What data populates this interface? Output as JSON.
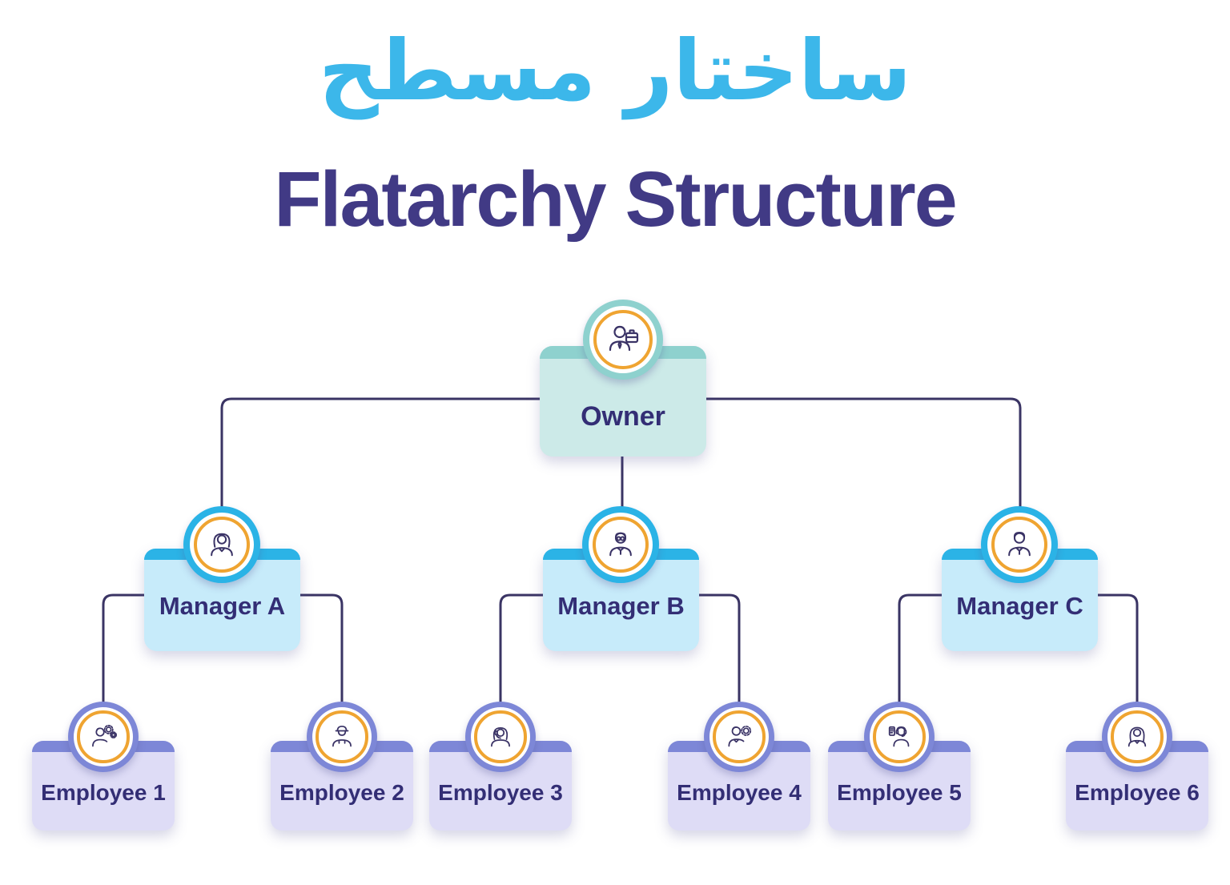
{
  "page": {
    "title_fa": "ساختار مسطح",
    "title_en": "Flatarchy Structure"
  },
  "colors": {
    "background": "#ffffff",
    "title-fa": "#3cb7ea",
    "title-en": "#413a85",
    "node-text": "#332e75",
    "connector": "#3a3464",
    "icon-stroke": "#3a3366",
    "ring-orange": "#efa431",
    "owner-bar": "#8ed1ce",
    "owner-body": "#cceae8",
    "manager-bar": "#2bb3e6",
    "manager-body": "#c7ebfa",
    "employee-bar": "#7d87d7",
    "employee-body": "#dedcf6"
  },
  "org": {
    "owner": {
      "label": "Owner",
      "icon": "businessman-briefcase-icon"
    },
    "managers": [
      {
        "label": "Manager A",
        "icon": "businesswoman-icon"
      },
      {
        "label": "Manager B",
        "icon": "businessman-glasses-icon"
      },
      {
        "label": "Manager C",
        "icon": "businessman-icon"
      }
    ],
    "employees": [
      {
        "label": "Employee 1",
        "icon": "worker-gears-icon"
      },
      {
        "label": "Employee 2",
        "icon": "construction-worker-icon"
      },
      {
        "label": "Employee 3",
        "icon": "woman-headset-icon"
      },
      {
        "label": "Employee 4",
        "icon": "man-gear-icon"
      },
      {
        "label": "Employee 5",
        "icon": "support-agent-icon"
      },
      {
        "label": "Employee 6",
        "icon": "woman-icon"
      }
    ]
  }
}
